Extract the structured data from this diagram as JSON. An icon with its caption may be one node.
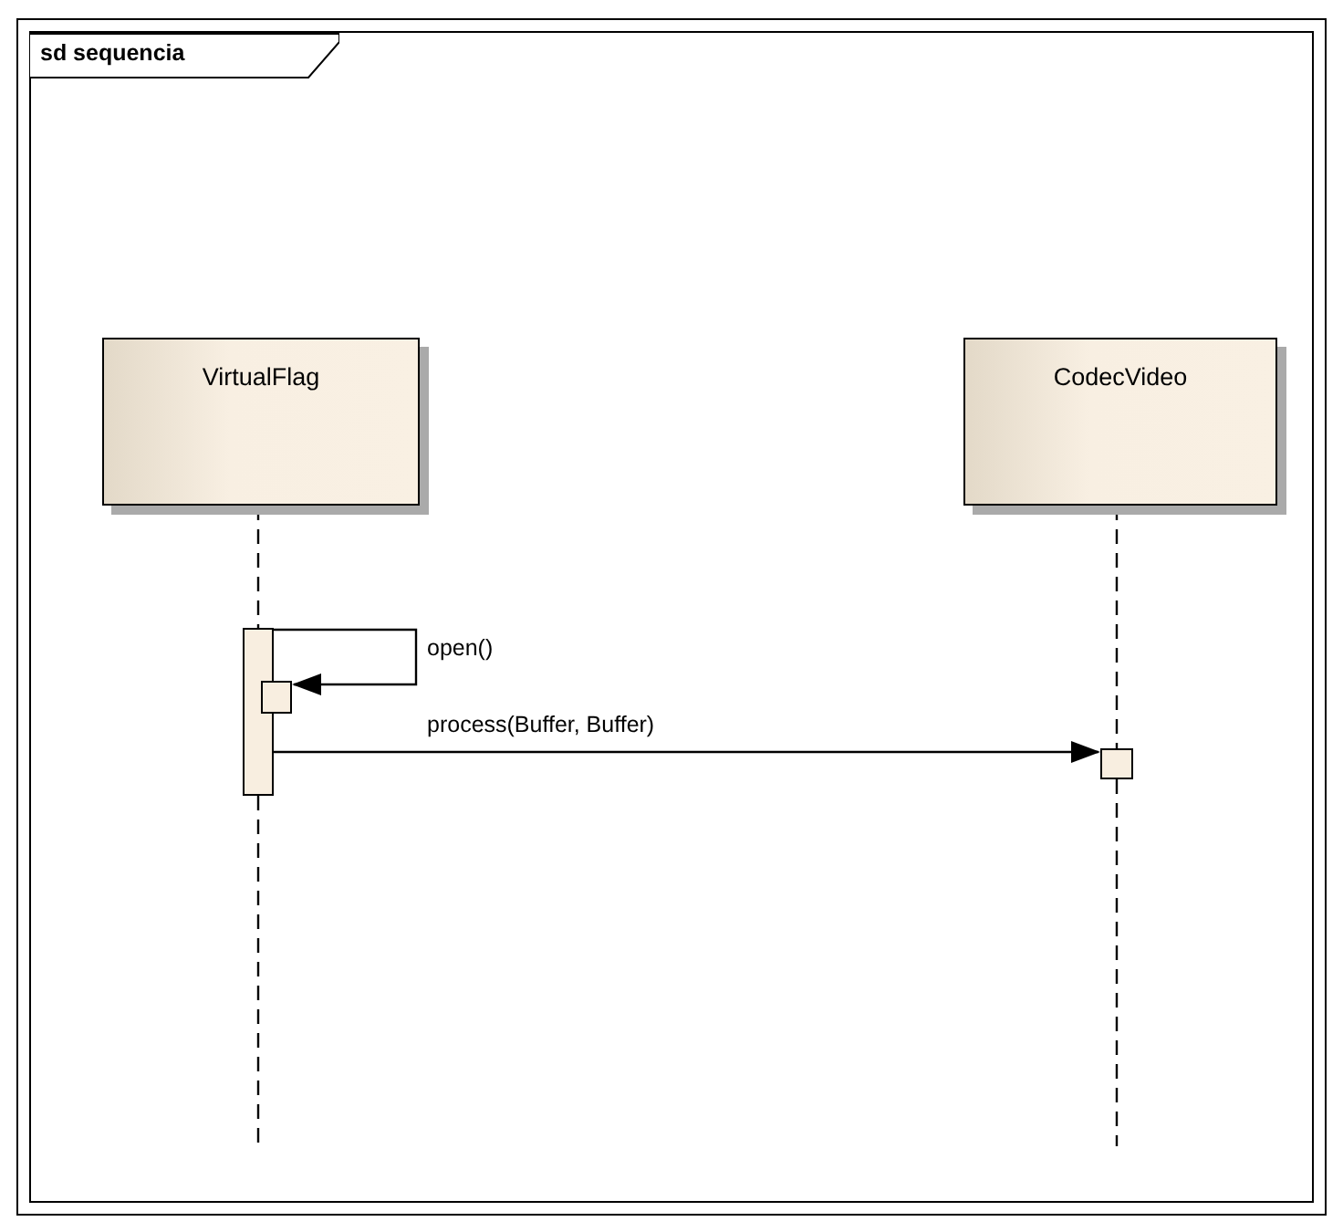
{
  "diagram": {
    "nodes": [
      {
        "text": [
          "sd sequencia"
        ]
      },
      {
        "text": [
          "VirtualFlag"
        ],
        "in": 0
      },
      {
        "text": [
          "CodecVideo"
        ],
        "in": 0
      },
      {
        "text": [],
        "shape": "bar",
        "in": 0
      },
      {
        "text": [],
        "shape": "box",
        "in": 0
      },
      {
        "text": [],
        "shape": "box",
        "in": 0
      }
    ],
    "edges": [
      {
        "from": 3,
        "to": 4,
        "arrow": "to",
        "label": "open()"
      },
      {
        "from": 3,
        "to": 5,
        "arrow": "to",
        "label": "process(Buffer, Buffer)"
      },
      {
        "from": 1,
        "to": 3,
        "arrow": "none",
        "style": "dashed"
      },
      {
        "from": 3,
        "to": null,
        "arrow": "none",
        "style": "dashed"
      },
      {
        "from": 2,
        "to": 5,
        "arrow": "none",
        "style": "dashed"
      },
      {
        "from": 5,
        "to": null,
        "arrow": "none",
        "style": "dashed"
      }
    ]
  }
}
